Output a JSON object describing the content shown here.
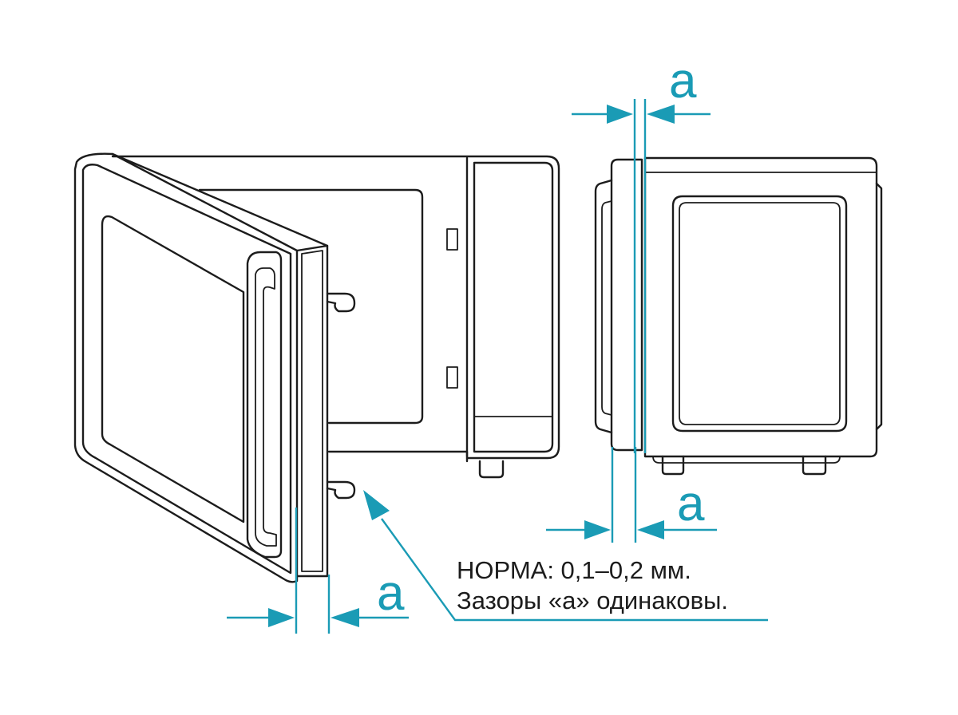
{
  "gap_labels": {
    "top_right": "a",
    "bottom_right": "a",
    "bottom_left": "a"
  },
  "note": {
    "line1": "НОРМА: 0,1–0,2 мм.",
    "line2": "Зазоры «а» одинаковы."
  },
  "colors": {
    "dimension": "#1a9bb5",
    "outline": "#1c1c1c"
  }
}
